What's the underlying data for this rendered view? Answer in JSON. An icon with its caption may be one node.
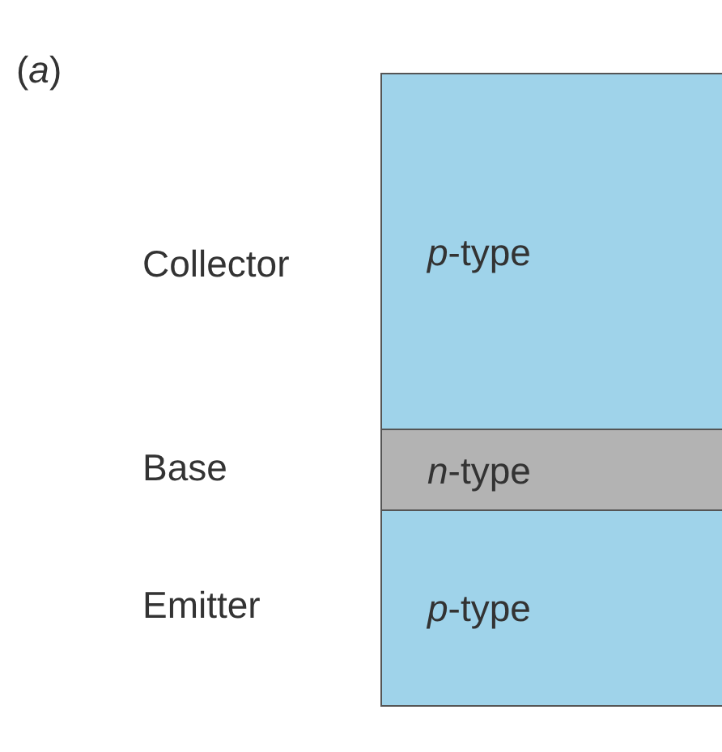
{
  "diagram": {
    "nodes": [
      {
        "text": [
          "*p*-type"
        ]
      },
      {
        "text": [
          "*n*-type"
        ]
      },
      {
        "text": [
          "*p*-type"
        ]
      }
    ],
    "labels": [
      "(*a*)",
      "Collector",
      "Base",
      "Emitter"
    ]
  }
}
